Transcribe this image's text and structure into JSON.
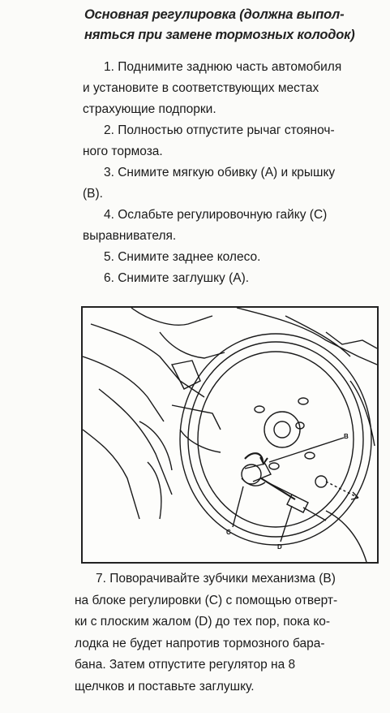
{
  "heading": {
    "line1": "Основная регулировка (должна выпол-",
    "line2": "няться при замене тормозных колодок)"
  },
  "steps": [
    {
      "l1": "1. Поднимите заднюю часть автомобиля",
      "l2": "и установите в соответствующих местах",
      "l3": "страхующие подпорки."
    },
    {
      "l1": "2. Полностью отпустите рычаг стояноч-",
      "l2": "ного тормоза."
    },
    {
      "l1": "3. Снимите мягкую обивку (A) и крышку",
      "l2": "(B)."
    },
    {
      "l1": "4. Ослабьте регулировочную гайку (C)",
      "l2": "выравнивателя."
    },
    {
      "l1": "5. Снимите заднее колесо."
    },
    {
      "l1": "6. Снимите заглушку (A)."
    }
  ],
  "figure": {
    "labels": {
      "b": "B",
      "c": "C",
      "d": "D"
    }
  },
  "step7": {
    "l1": "7. Поворачивайте зубчики механизма (B)",
    "l2": "на блоке регулировки (C) с помощью отверт-",
    "l3": "ки с плоским жалом (D) до тех пор, пока ко-",
    "l4": "лодка не будет напротив тормозного бара-",
    "l5": "бана. Затем отпустите регулятор на 8",
    "l6": "щелчков и поставьте заглушку."
  }
}
